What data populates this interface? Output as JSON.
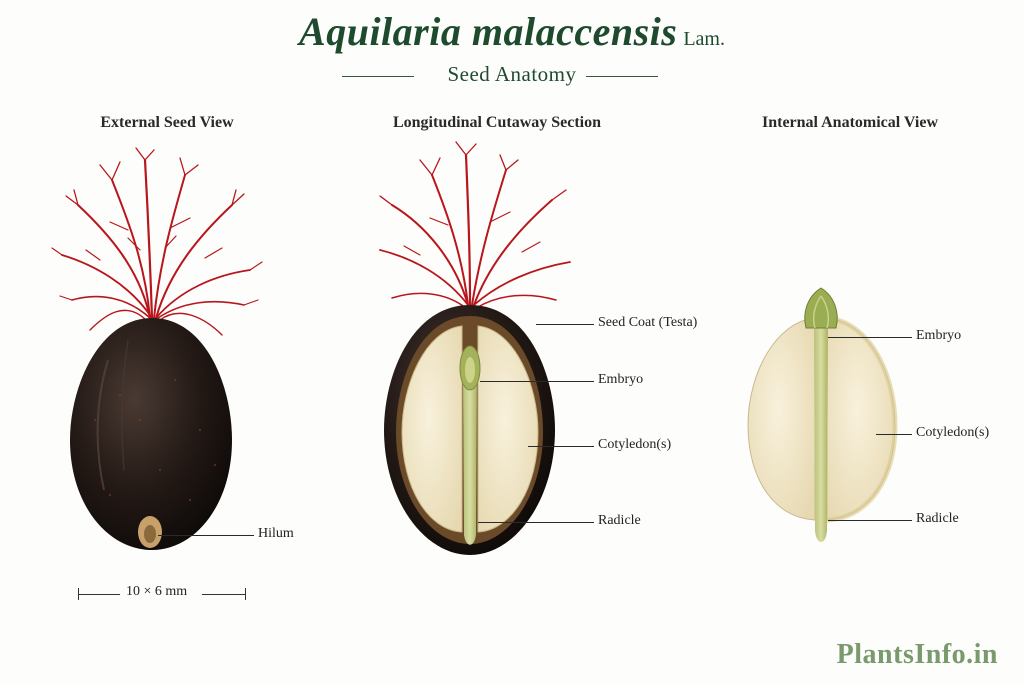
{
  "header": {
    "title_species": "Aquilaria malaccensis",
    "title_author": "Lam.",
    "subtitle": "Seed Anatomy"
  },
  "panels": [
    {
      "heading": "External Seed View",
      "labels": [
        "Hilum"
      ]
    },
    {
      "heading": "Longitudinal Cutaway Section",
      "labels": [
        "Seed Coat (Testa)",
        "Embryo",
        "Cotyledon(s)",
        "Radicle"
      ]
    },
    {
      "heading": "Internal Anatomical View",
      "labels": [
        "Embryo",
        "Cotyledon(s)",
        "Radicle"
      ]
    }
  ],
  "scale_bar": {
    "text": "10 × 6 mm"
  },
  "watermark": "PlantsInfo.in",
  "colors": {
    "title_green": "#1e4a2e",
    "appendage_red": "#b8161c",
    "seed_dark": "#231915",
    "cotyledon_cream": "#f1e8cf",
    "embryo_green": "#9fb05a"
  }
}
